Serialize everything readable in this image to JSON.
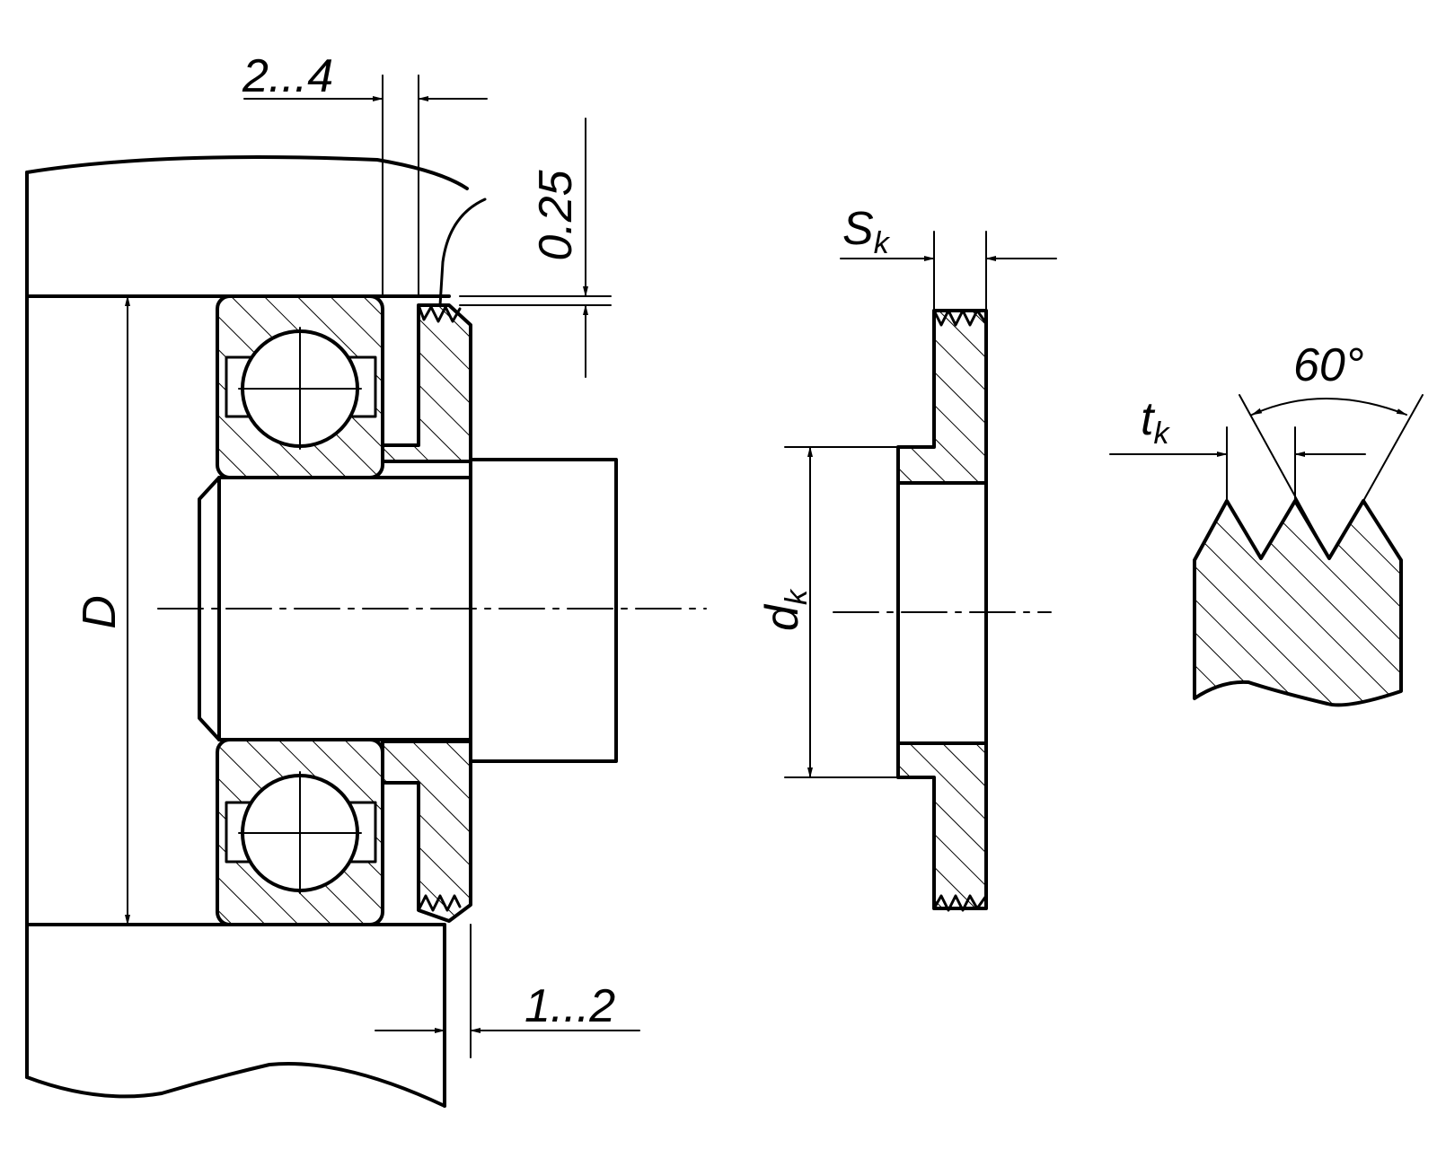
{
  "colors": {
    "line": "#000000",
    "background": "#ffffff"
  },
  "assembly_view": {
    "dim_gap_top": "2...4",
    "dim_thread_depth": "0.25",
    "dim_diameter": "D",
    "dim_gap_bottom": "1...2"
  },
  "washer_view": {
    "dim_thickness": "S",
    "dim_thickness_sub": "k",
    "dim_bore": "d",
    "dim_bore_sub": "k"
  },
  "thread_detail": {
    "dim_pitch": "t",
    "dim_pitch_sub": "k",
    "dim_angle": "60°"
  }
}
